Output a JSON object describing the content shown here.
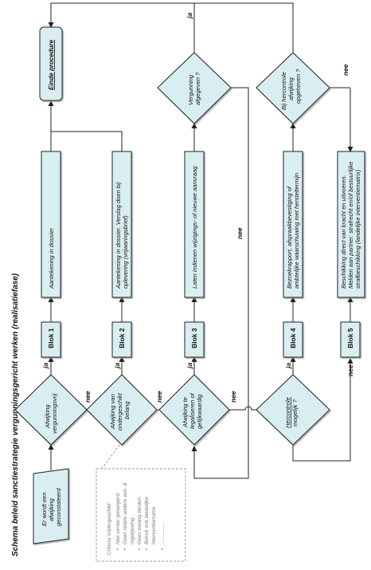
{
  "title": "Schema beleid sanctiestrategie vergunningsgericht werken (realisatiefase)",
  "start": [
    "Er wordt een",
    "afwijking",
    "geconstateerd"
  ],
  "end_label": "Einde procedure",
  "decisions": [
    {
      "lines": [
        "Afwijking",
        "vergunningsvrij"
      ]
    },
    {
      "lines": [
        "Afwijking van",
        "ondergeschikt",
        "belang"
      ]
    },
    {
      "lines": [
        "Afwijking te",
        "legaliseren of",
        "gelijkwaardig"
      ]
    },
    {
      "lines": [
        "Hercontrole",
        "mogelijk ?"
      ]
    },
    {
      "lines": [
        "Vergunning",
        "afgegeven ?"
      ]
    },
    {
      "lines": [
        "Bij hercontrole",
        "afwijking",
        "opgeheven ?"
      ]
    }
  ],
  "blocks": [
    "Blok 1",
    "Blok 2",
    "Blok 3",
    "Blok 4",
    "Blok 5"
  ],
  "actions": [
    {
      "lines": [
        "Aantekening in dossier"
      ]
    },
    {
      "lines": [
        "Aantekening in dossier. Verslag doen bij",
        "oplevering (vrijwaringsbrief)"
      ]
    },
    {
      "lines": [
        "Laten indienen wijzigings- of nieuwe aanvraag"
      ]
    },
    {
      "lines": [
        "Bezoekrapport, afspraakbevestiging of",
        "ambtelijke waarschuwing met hersteltermijn"
      ]
    },
    {
      "lines": [
        "Beschikking direct van kracht en uitvoeren.",
        "Melden aan partner: strafrecht en/of bestuurlijke",
        "strafbeschikking (landelijke interventiematrix)"
      ]
    }
  ],
  "labels": {
    "ja": "ja",
    "nee": "nee"
  },
  "criteria": {
    "title": "Criteria 'ondergeschikt'",
    "items": [
      [
        "Niet eerder geweigerd"
      ],
      [
        "Geen relatie andere wet- &",
        "regelgeving"
      ],
      [
        "Geen belang derden"
      ],
      [
        "Betrek ook landelijke",
        "interventiematrix"
      ]
    ],
    "more": "..............."
  }
}
